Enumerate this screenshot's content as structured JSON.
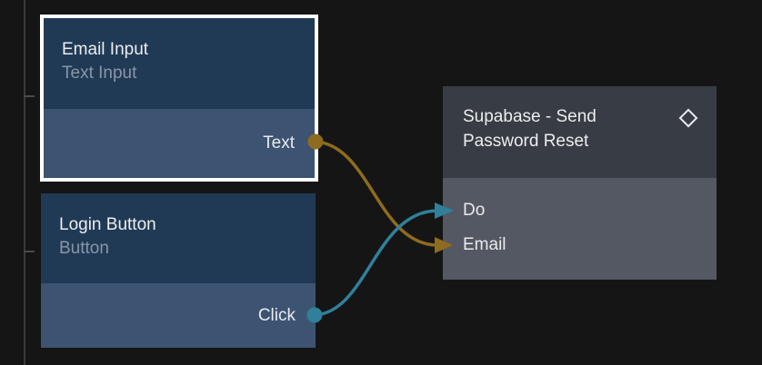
{
  "canvas": {
    "type": "node-graph-editor"
  },
  "colors": {
    "background": "#151515",
    "ruler_line": "#3a3a3a",
    "ruler_tick": "#4a4a4a",
    "selection_border": "#ffffff",
    "blue_header": "#203a56",
    "blue_body": "#3c5472",
    "gray_header": "#383c45",
    "gray_body": "#545862",
    "title_text": "#ecedee",
    "subtitle_text": "#8a96a6",
    "port_text": "#e9eaec",
    "wire_gold": "#8e6b1e",
    "wire_teal": "#30809a"
  },
  "nodes": {
    "email_input": {
      "title": "Email Input",
      "subtitle": "Text Input",
      "selected": true,
      "outputs": [
        {
          "label": "Text",
          "color": "#8e6b1e"
        }
      ]
    },
    "login_button": {
      "title": "Login Button",
      "subtitle": "Button",
      "selected": false,
      "outputs": [
        {
          "label": "Click",
          "color": "#30809a"
        }
      ]
    },
    "supabase": {
      "title": "Supabase - Send Password Reset",
      "icon": "diamond-icon",
      "selected": false,
      "inputs": [
        {
          "label": "Do"
        },
        {
          "label": "Email"
        }
      ]
    }
  },
  "wires": [
    {
      "from_node": "Email Input",
      "from_port": "Text",
      "to_node": "Supabase - Send Password Reset",
      "to_port": "Email",
      "color": "#8e6b1e"
    },
    {
      "from_node": "Login Button",
      "from_port": "Click",
      "to_node": "Supabase - Send Password Reset",
      "to_port": "Do",
      "color": "#30809a"
    }
  ]
}
